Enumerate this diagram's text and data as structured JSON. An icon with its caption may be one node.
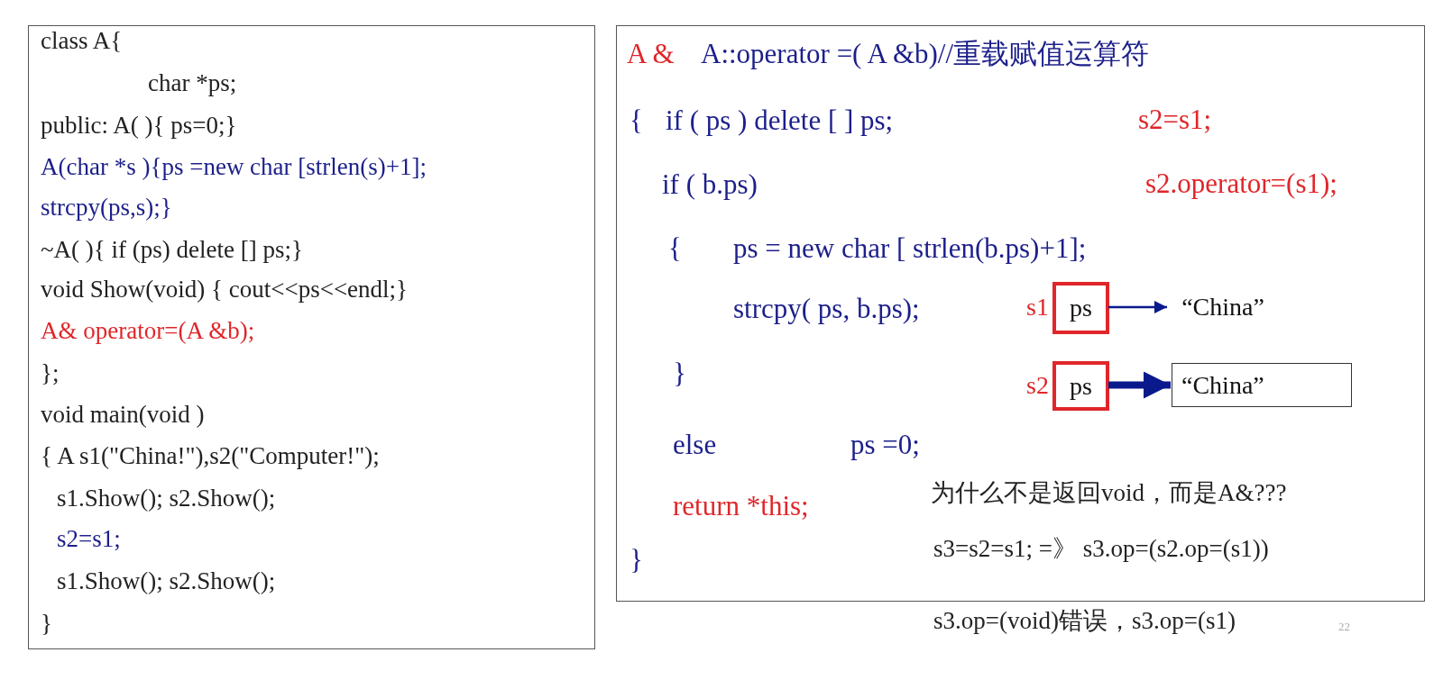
{
  "diagram": {
    "nodes": [
      {
        "text": [
          "class A{",
          "char *ps;",
          "public: A( ){ ps=0;}",
          "A(char *s ){ps =new char [strlen(s)+1];",
          "strcpy(ps,s);}",
          "~A( ){ if (ps) delete [] ps;}",
          "void Show(void) { cout<<ps<<endl;}",
          "A& operator=(A &b);",
          "};",
          "void main(void )",
          "{ A s1(\"China!\"),s2(\"Computer!\");",
          "s1.Show(); s2.Show();",
          "s2=s1;",
          "s1.Show(); s2.Show();",
          "}"
        ]
      },
      {
        "text": [
          "A &",
          "A::operator =( A &b)//重载赋值运算符",
          "{",
          "if ( ps ) delete [ ] ps;",
          "if ( b.ps)",
          "{",
          "ps = new char [ strlen(b.ps)+1];",
          "strcpy( ps, b.ps);",
          "}",
          "else",
          "ps =0;",
          "return *this;",
          "}"
        ]
      },
      {
        "text": [
          "ps"
        ],
        "beside": [
          "s1"
        ],
        "in": 1
      },
      {
        "text": [
          "“China”"
        ],
        "in": 1
      },
      {
        "text": [
          "ps"
        ],
        "beside": [
          "s2"
        ],
        "in": 1
      },
      {
        "text": [
          "“China”"
        ],
        "in": 1
      }
    ],
    "edges": [
      {
        "from": 2,
        "to": 3,
        "arrow": "to"
      },
      {
        "from": 4,
        "to": 5,
        "arrow": "to",
        "style": "thick"
      }
    ],
    "labels": [
      "s2=s1;",
      "s2.operator=(s1);",
      "为什么不是返回void，而是A&???",
      "s3=s2=s1; =》 s3.op=(s2.op=(s1))",
      "s3.op=(void)错误，s3.op=(s1)",
      "22"
    ]
  }
}
